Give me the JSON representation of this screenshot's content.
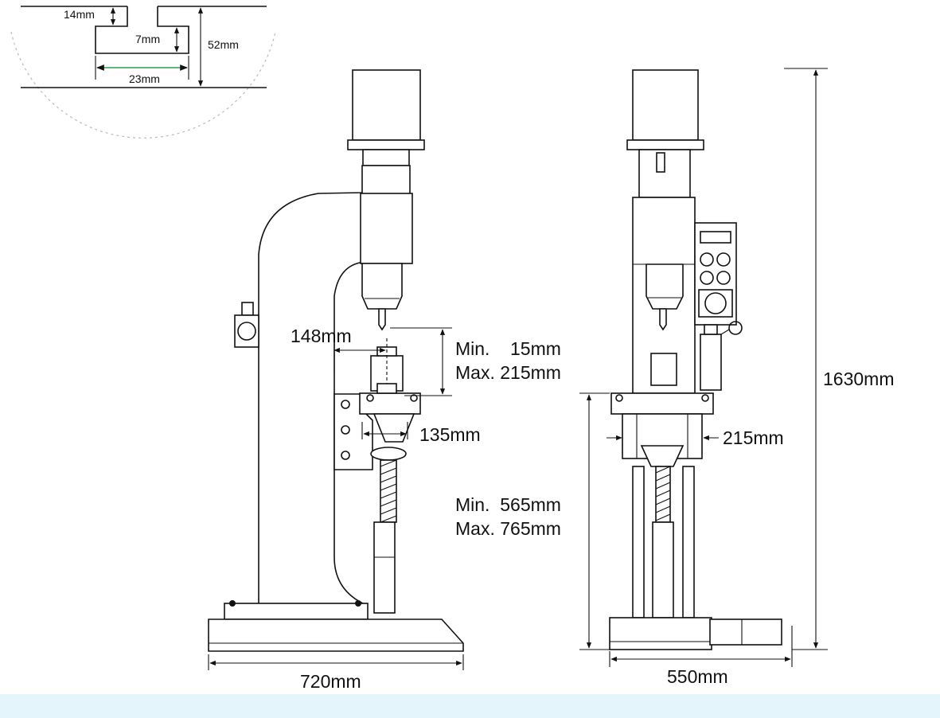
{
  "colors": {
    "line": "#111111",
    "background": "#ffffff",
    "accent_green": "#2e9e4a",
    "bottom_tint": "#e4f6fb"
  },
  "slot_detail": {
    "depth_top": "14mm",
    "depth_inner": "7mm",
    "total_depth": "52mm",
    "slot_width": "23mm"
  },
  "side_view": {
    "throat_depth": "148mm",
    "stroke_min": "Min.    15mm",
    "stroke_max": "Max. 215mm",
    "table_offset": "135mm",
    "work_height_min": "Min.  565mm",
    "work_height_max": "Max. 765mm",
    "base_width": "720mm"
  },
  "front_view": {
    "table_width": "215mm",
    "total_height": "1630mm",
    "base_width": "550mm"
  }
}
